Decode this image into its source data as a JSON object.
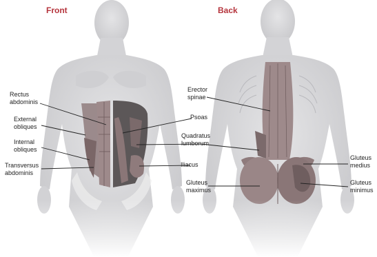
{
  "headings": {
    "front": "Front",
    "back": "Back"
  },
  "front_labels": {
    "rectus_abdominis": [
      "Rectus",
      "abdominis"
    ],
    "external_obliques": [
      "External",
      "obliques"
    ],
    "internal_obliques": [
      "Internal",
      "obliques"
    ],
    "transversus_abdominis": [
      "Transversus",
      "abdominis"
    ],
    "psoas": [
      "Psoas"
    ],
    "quadratus_lumborum": [
      "Quadratus",
      "lumborum"
    ],
    "iliacus": [
      "Iliacus"
    ]
  },
  "back_labels": {
    "erector_spinae": [
      "Erector",
      "spinae"
    ],
    "gluteus_maximus": [
      "Gluteus",
      "maximus"
    ],
    "gluteus_medius": [
      "Gluteus",
      "medius"
    ],
    "gluteus_minimus": [
      "Gluteus",
      "minimus"
    ]
  },
  "colors": {
    "heading": "#b5343c",
    "body_fill": "#d9d9db",
    "body_shadow": "#c6c6c9",
    "muscle": "#8f7b7c",
    "muscle_dark": "#6c5a5b",
    "leader": "#222222"
  }
}
